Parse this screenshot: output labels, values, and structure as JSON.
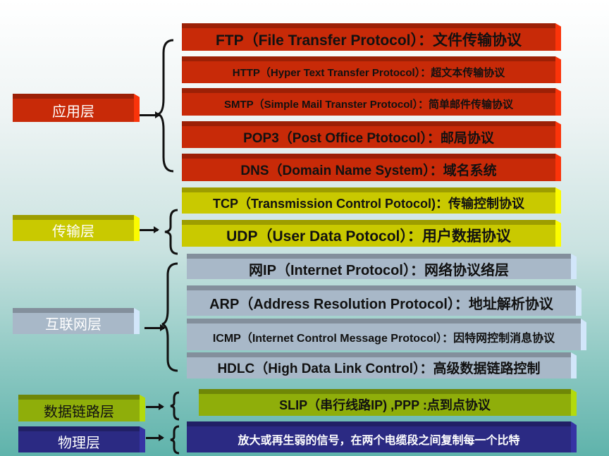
{
  "layers": {
    "application": {
      "label": "应用层",
      "protocols": [
        "FTP（File Transfer Protocol）：文件传输协议",
        "HTTP（Hyper Text Transfer Protocol）：超文本传输协议",
        "SMTP（Simple Mail Transter Protocol）：简单邮件传输协议",
        "POP3（Post Office Ptotocol）：邮局协议",
        "DNS（Domain Name System）：域名系统"
      ]
    },
    "transport": {
      "label": "传输层",
      "protocols": [
        "TCP（Transmission Control Potocol)：传输控制协议",
        "UDP（User Data Potocol）：用户数据协议"
      ]
    },
    "internet": {
      "label": "互联网层",
      "protocols": [
        "网IP（Internet Protocol）：网络协议络层",
        "ARP（Address Resolution Protocol）：地址解析协议",
        "ICMP（Internet Control Message Protocol）：因特网控制消息协议",
        "HDLC（High Data Link Control）：高级数据链路控制"
      ]
    },
    "datalink": {
      "label": "数据链路层",
      "protocols": [
        "SLIP（串行线路IP) ,PPP :点到点协议"
      ]
    },
    "physical": {
      "label": "物理层",
      "protocols": [
        "放大或再生弱的信号，在两个电缆段之间复制每一个比特"
      ]
    }
  },
  "colors": {
    "application": "#c82a08",
    "transport": "#c9c900",
    "internet": "#a8b8c8",
    "datalink": "#8fae0a",
    "physical": "#2b2a83"
  }
}
